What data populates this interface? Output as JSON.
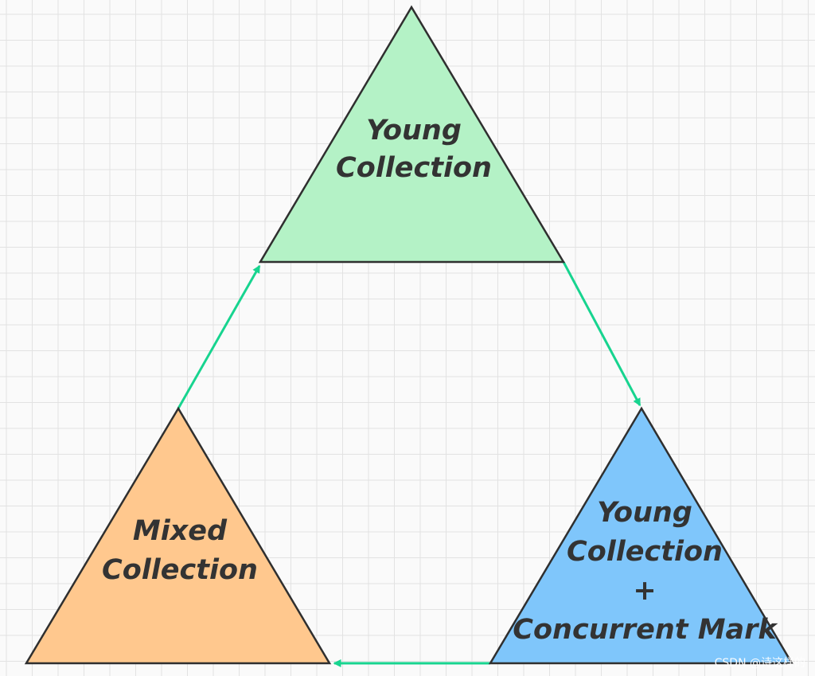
{
  "diagram": {
    "nodes": [
      {
        "id": "young",
        "label_lines": [
          "Young",
          "Collection"
        ],
        "fill": "#b4f2c6",
        "icon": "triangle"
      },
      {
        "id": "young-mark",
        "label_lines": [
          "Young",
          "Collection",
          "+",
          "Concurrent Mark"
        ],
        "fill": "#7fc6fb",
        "icon": "triangle"
      },
      {
        "id": "mixed",
        "label_lines": [
          "Mixed",
          "Collection"
        ],
        "fill": "#ffc88e",
        "icon": "triangle"
      }
    ],
    "edges": [
      {
        "from": "young",
        "to": "young-mark"
      },
      {
        "from": "young-mark",
        "to": "mixed"
      },
      {
        "from": "mixed",
        "to": "young"
      }
    ],
    "edge_color": "#17d48f",
    "outline_color": "#2f2f2f",
    "grid": true
  },
  "watermark": "CSDN @诗这样的"
}
